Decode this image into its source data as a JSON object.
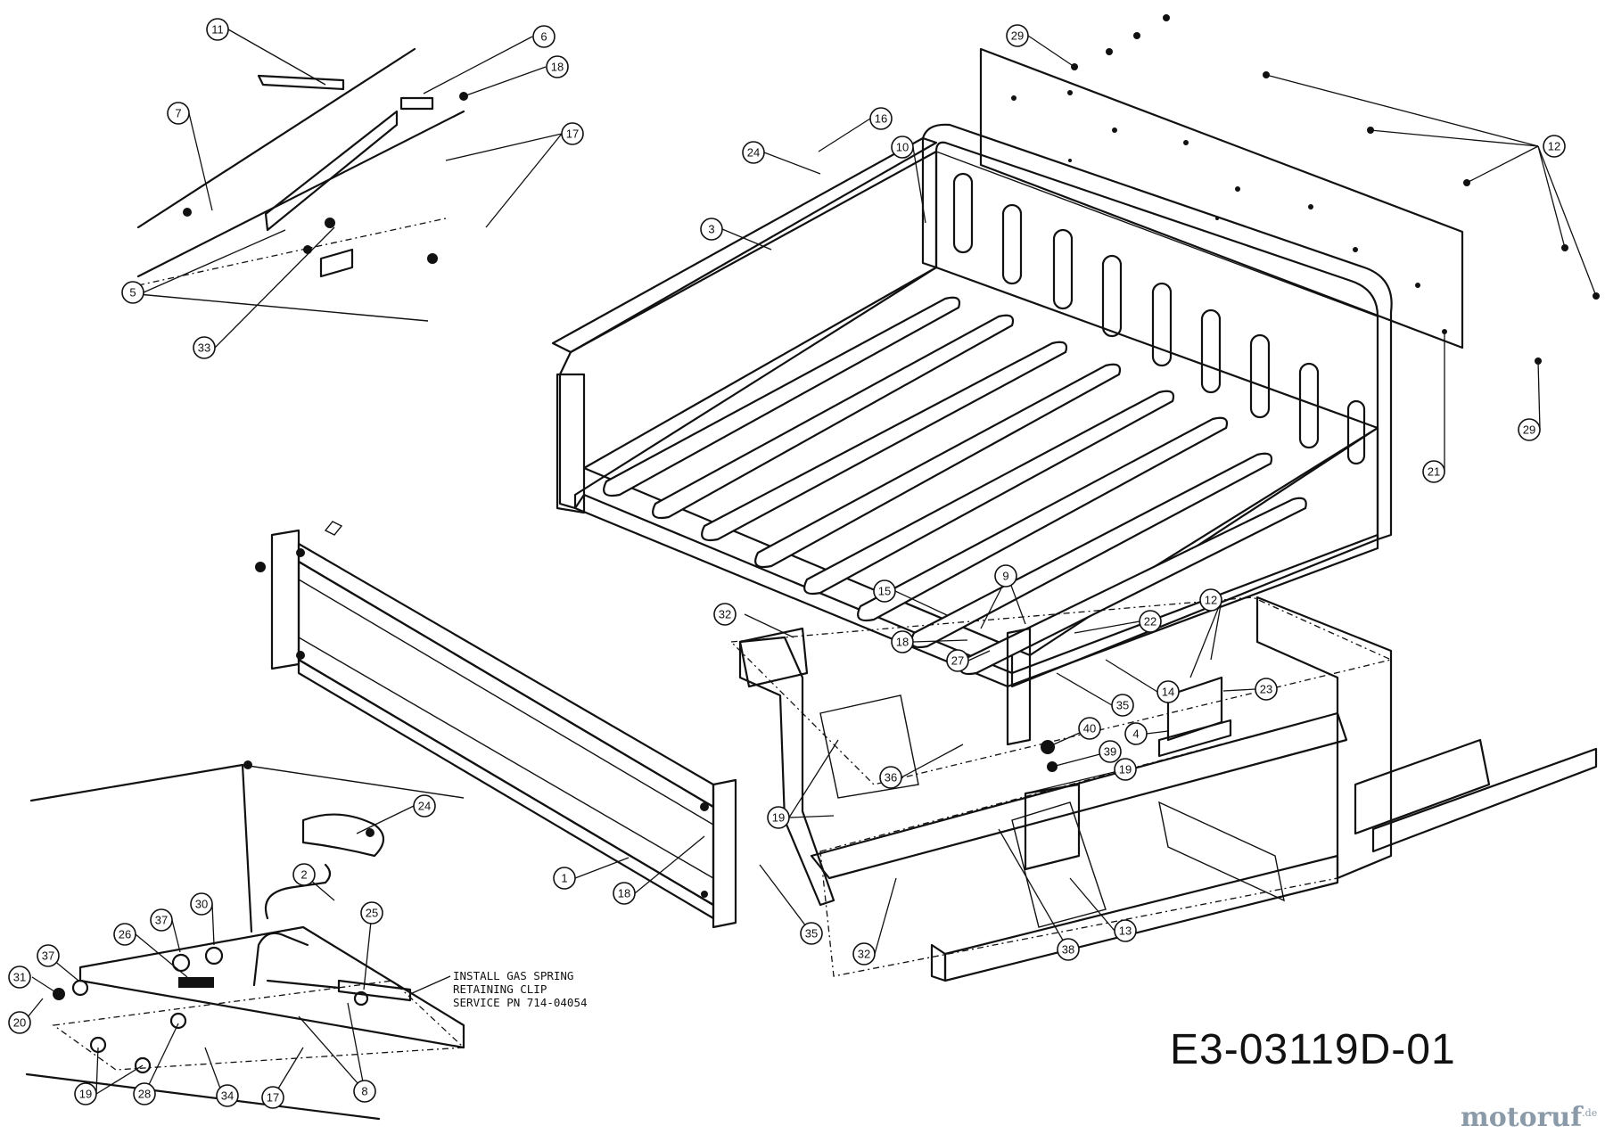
{
  "drawing_code": "E3-03119D-01",
  "install_note": {
    "lines": [
      "INSTALL GAS SPRING",
      "RETAINING CLIP",
      "SERVICE PN 714-04054"
    ]
  },
  "watermark": {
    "brand": "motoruf",
    "tld": ".de"
  },
  "callouts": [
    "1",
    "2",
    "3",
    "4",
    "5",
    "6",
    "7",
    "8",
    "9",
    "10",
    "11",
    "12",
    "13",
    "14",
    "15",
    "16",
    "17",
    "18",
    "19",
    "20",
    "21",
    "22",
    "23",
    "24",
    "25",
    "26",
    "27",
    "28",
    "29",
    "30",
    "31",
    "32",
    "33",
    "34",
    "35",
    "36",
    "37",
    "38",
    "39",
    "40"
  ]
}
